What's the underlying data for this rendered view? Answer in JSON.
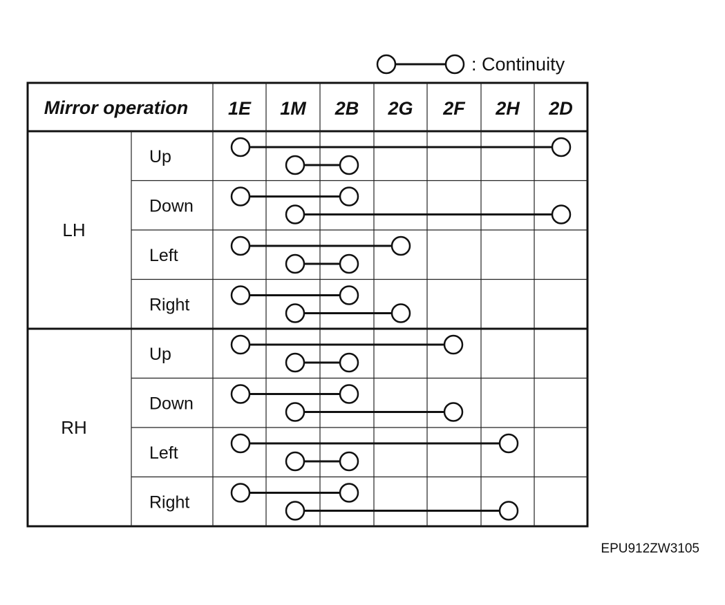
{
  "legend": {
    "label": ": Continuity"
  },
  "table": {
    "header_label": "Mirror operation",
    "terminals": [
      "1E",
      "1M",
      "2B",
      "2G",
      "2F",
      "2H",
      "2D"
    ],
    "groups": [
      {
        "side": "LH",
        "rows": [
          {
            "operation": "Up",
            "connections": [
              [
                "1E",
                "2D"
              ],
              [
                "1M",
                "2B"
              ]
            ]
          },
          {
            "operation": "Down",
            "connections": [
              [
                "1E",
                "2B"
              ],
              [
                "1M",
                "2D"
              ]
            ]
          },
          {
            "operation": "Left",
            "connections": [
              [
                "1E",
                "2G"
              ],
              [
                "1M",
                "2B"
              ]
            ]
          },
          {
            "operation": "Right",
            "connections": [
              [
                "1E",
                "2B"
              ],
              [
                "1M",
                "2G"
              ]
            ]
          }
        ]
      },
      {
        "side": "RH",
        "rows": [
          {
            "operation": "Up",
            "connections": [
              [
                "1E",
                "2F"
              ],
              [
                "1M",
                "2B"
              ]
            ]
          },
          {
            "operation": "Down",
            "connections": [
              [
                "1E",
                "2B"
              ],
              [
                "1M",
                "2F"
              ]
            ]
          },
          {
            "operation": "Left",
            "connections": [
              [
                "1E",
                "2H"
              ],
              [
                "1M",
                "2B"
              ]
            ]
          },
          {
            "operation": "Right",
            "connections": [
              [
                "1E",
                "2B"
              ],
              [
                "1M",
                "2H"
              ]
            ]
          }
        ]
      }
    ]
  },
  "figure_code": "EPU912ZW3105"
}
